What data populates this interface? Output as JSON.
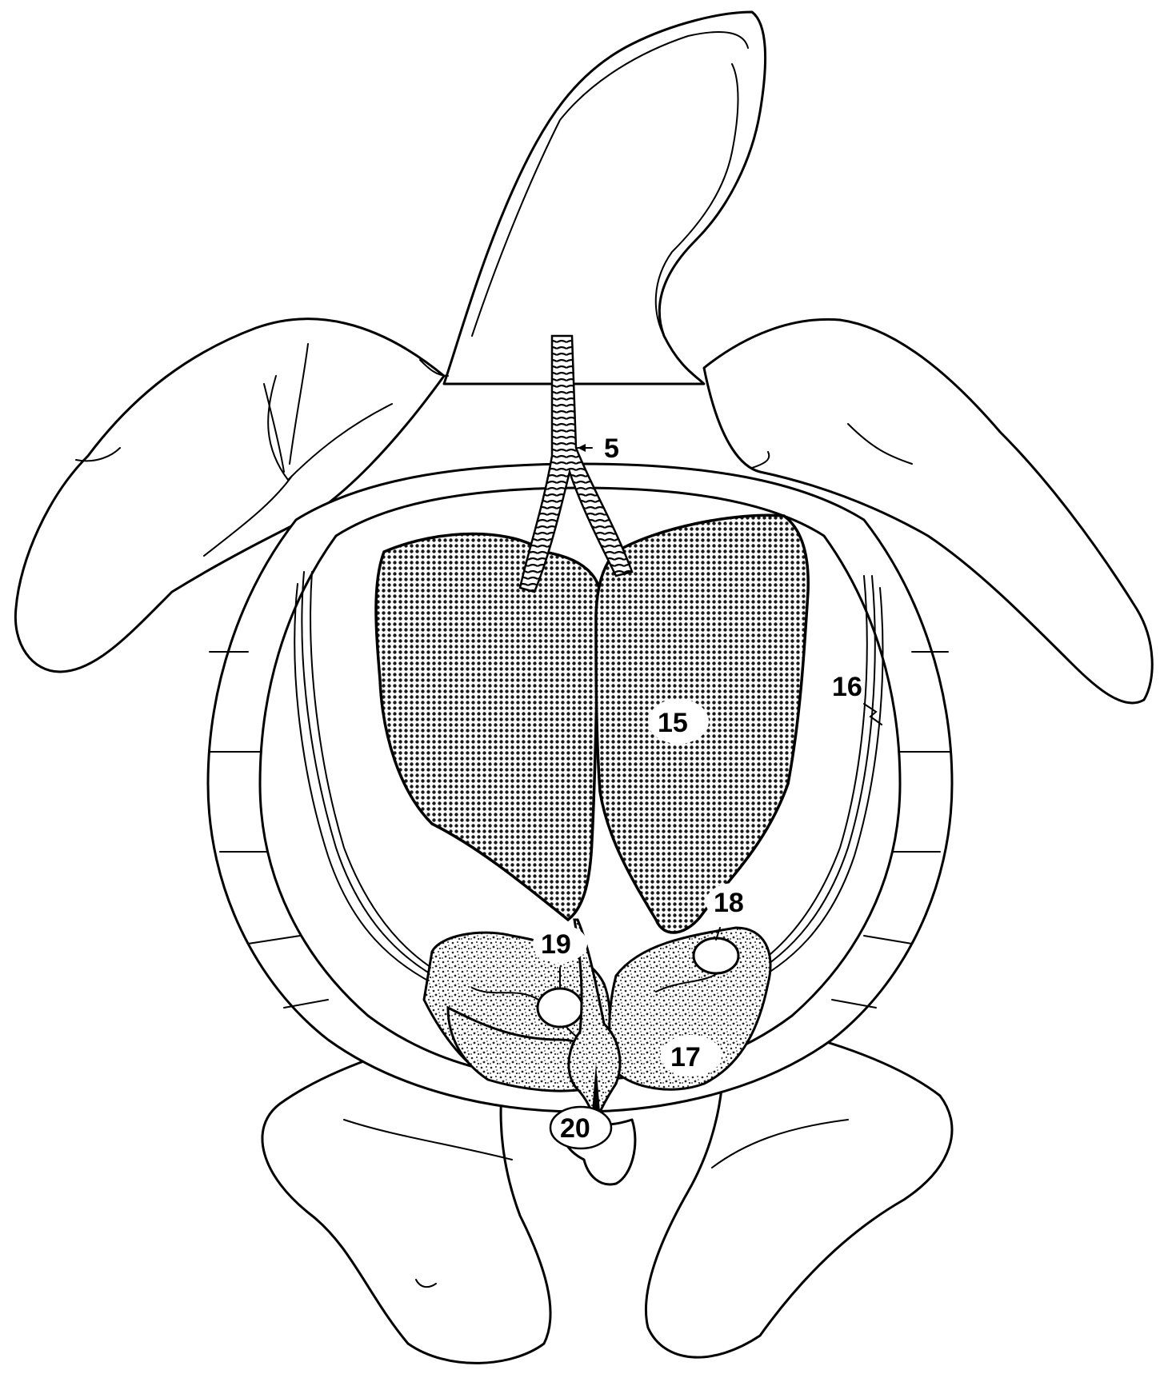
{
  "labels": {
    "trachea": "5",
    "lungs": "15",
    "peritoneum": "16",
    "kidney": "17",
    "gonad": "18",
    "oviduct": "19",
    "cloaca": "20"
  }
}
